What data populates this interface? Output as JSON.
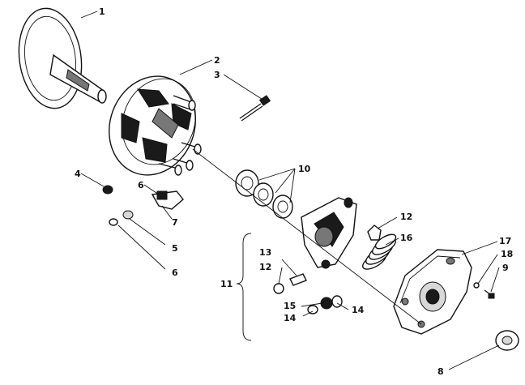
{
  "labels": {
    "l1": "1",
    "l2": "2",
    "l3": "3",
    "l4": "4",
    "l5": "5",
    "l6a": "6",
    "l6b": "6",
    "l7": "7",
    "l8": "8",
    "l9": "9",
    "l10": "10",
    "l11": "11",
    "l12a": "12",
    "l12b": "12",
    "l13": "13",
    "l14a": "14",
    "l14b": "14",
    "l15": "15",
    "l16": "16",
    "l17": "17",
    "l18": "18"
  }
}
